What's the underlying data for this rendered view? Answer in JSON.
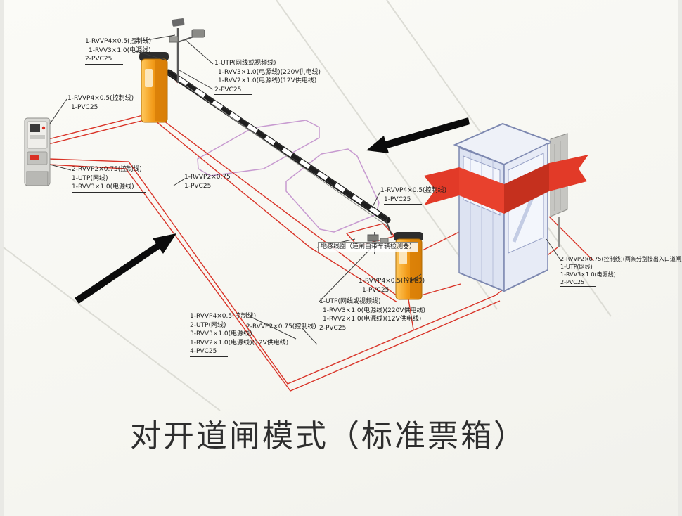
{
  "title": "对开道闸模式（标准票箱）",
  "colors": {
    "accent_red": "#d93327",
    "gate_orange": "#f29a18",
    "booth_blue": "#dde3f2"
  },
  "labels": {
    "pole": [
      "1-RVVP4×0.5(控制线)",
      "1-RVV3×1.0(电源线)",
      "2-PVC25"
    ],
    "camera": [
      "1-UTP(网线或视频线)",
      "1-RVV3×1.0(电源线)(220V供电线)",
      "1-RVV2×1.0(电源线)(12V供电线)",
      "2-PVC25"
    ],
    "ticket_top": [
      "1-RVVP4×0.5(控制线)",
      "1-PVC25"
    ],
    "ticket_mid": [
      "2-RVVP2×0.75(控制线)",
      "1-UTP(网线)",
      "1-RVV3×1.0(电源线)"
    ],
    "center": [
      "1-RVVP2×0.75",
      "1-PVC25"
    ],
    "gate2_top": [
      "1-RVVP4×0.5(控制线)",
      "1-PVC25"
    ],
    "gate2_side": [
      "1-RVVP4×0.5(控制线)",
      "1-PVC25"
    ],
    "gate2_cam": [
      "1-UTP(网线或视频线)",
      "1-RVV3×1.0(电源线)(220V供电线)",
      "1-RVV2×1.0(电源线)(12V供电线)",
      "2-PVC25"
    ],
    "bottom": [
      "1-RVVP4×0.5(控制线)",
      "2-UTP(网线)",
      "3-RVV3×1.0(电源线)",
      "1-RVV2×1.0(电源线)(12V供电线)",
      "4-PVC25"
    ],
    "bottom_extra": [
      "2-RVVP2×0.75(控制线)"
    ],
    "booth_right": [
      "2-RVVP2×0.75(控制线)(两条分别接出入口道闸)",
      "1-UTP(网线)",
      "1-RVV3×1.0(电源线)",
      "2-PVC25"
    ],
    "ground_loop": [
      "地感线圈（道闸自带车辆检测器）"
    ]
  }
}
